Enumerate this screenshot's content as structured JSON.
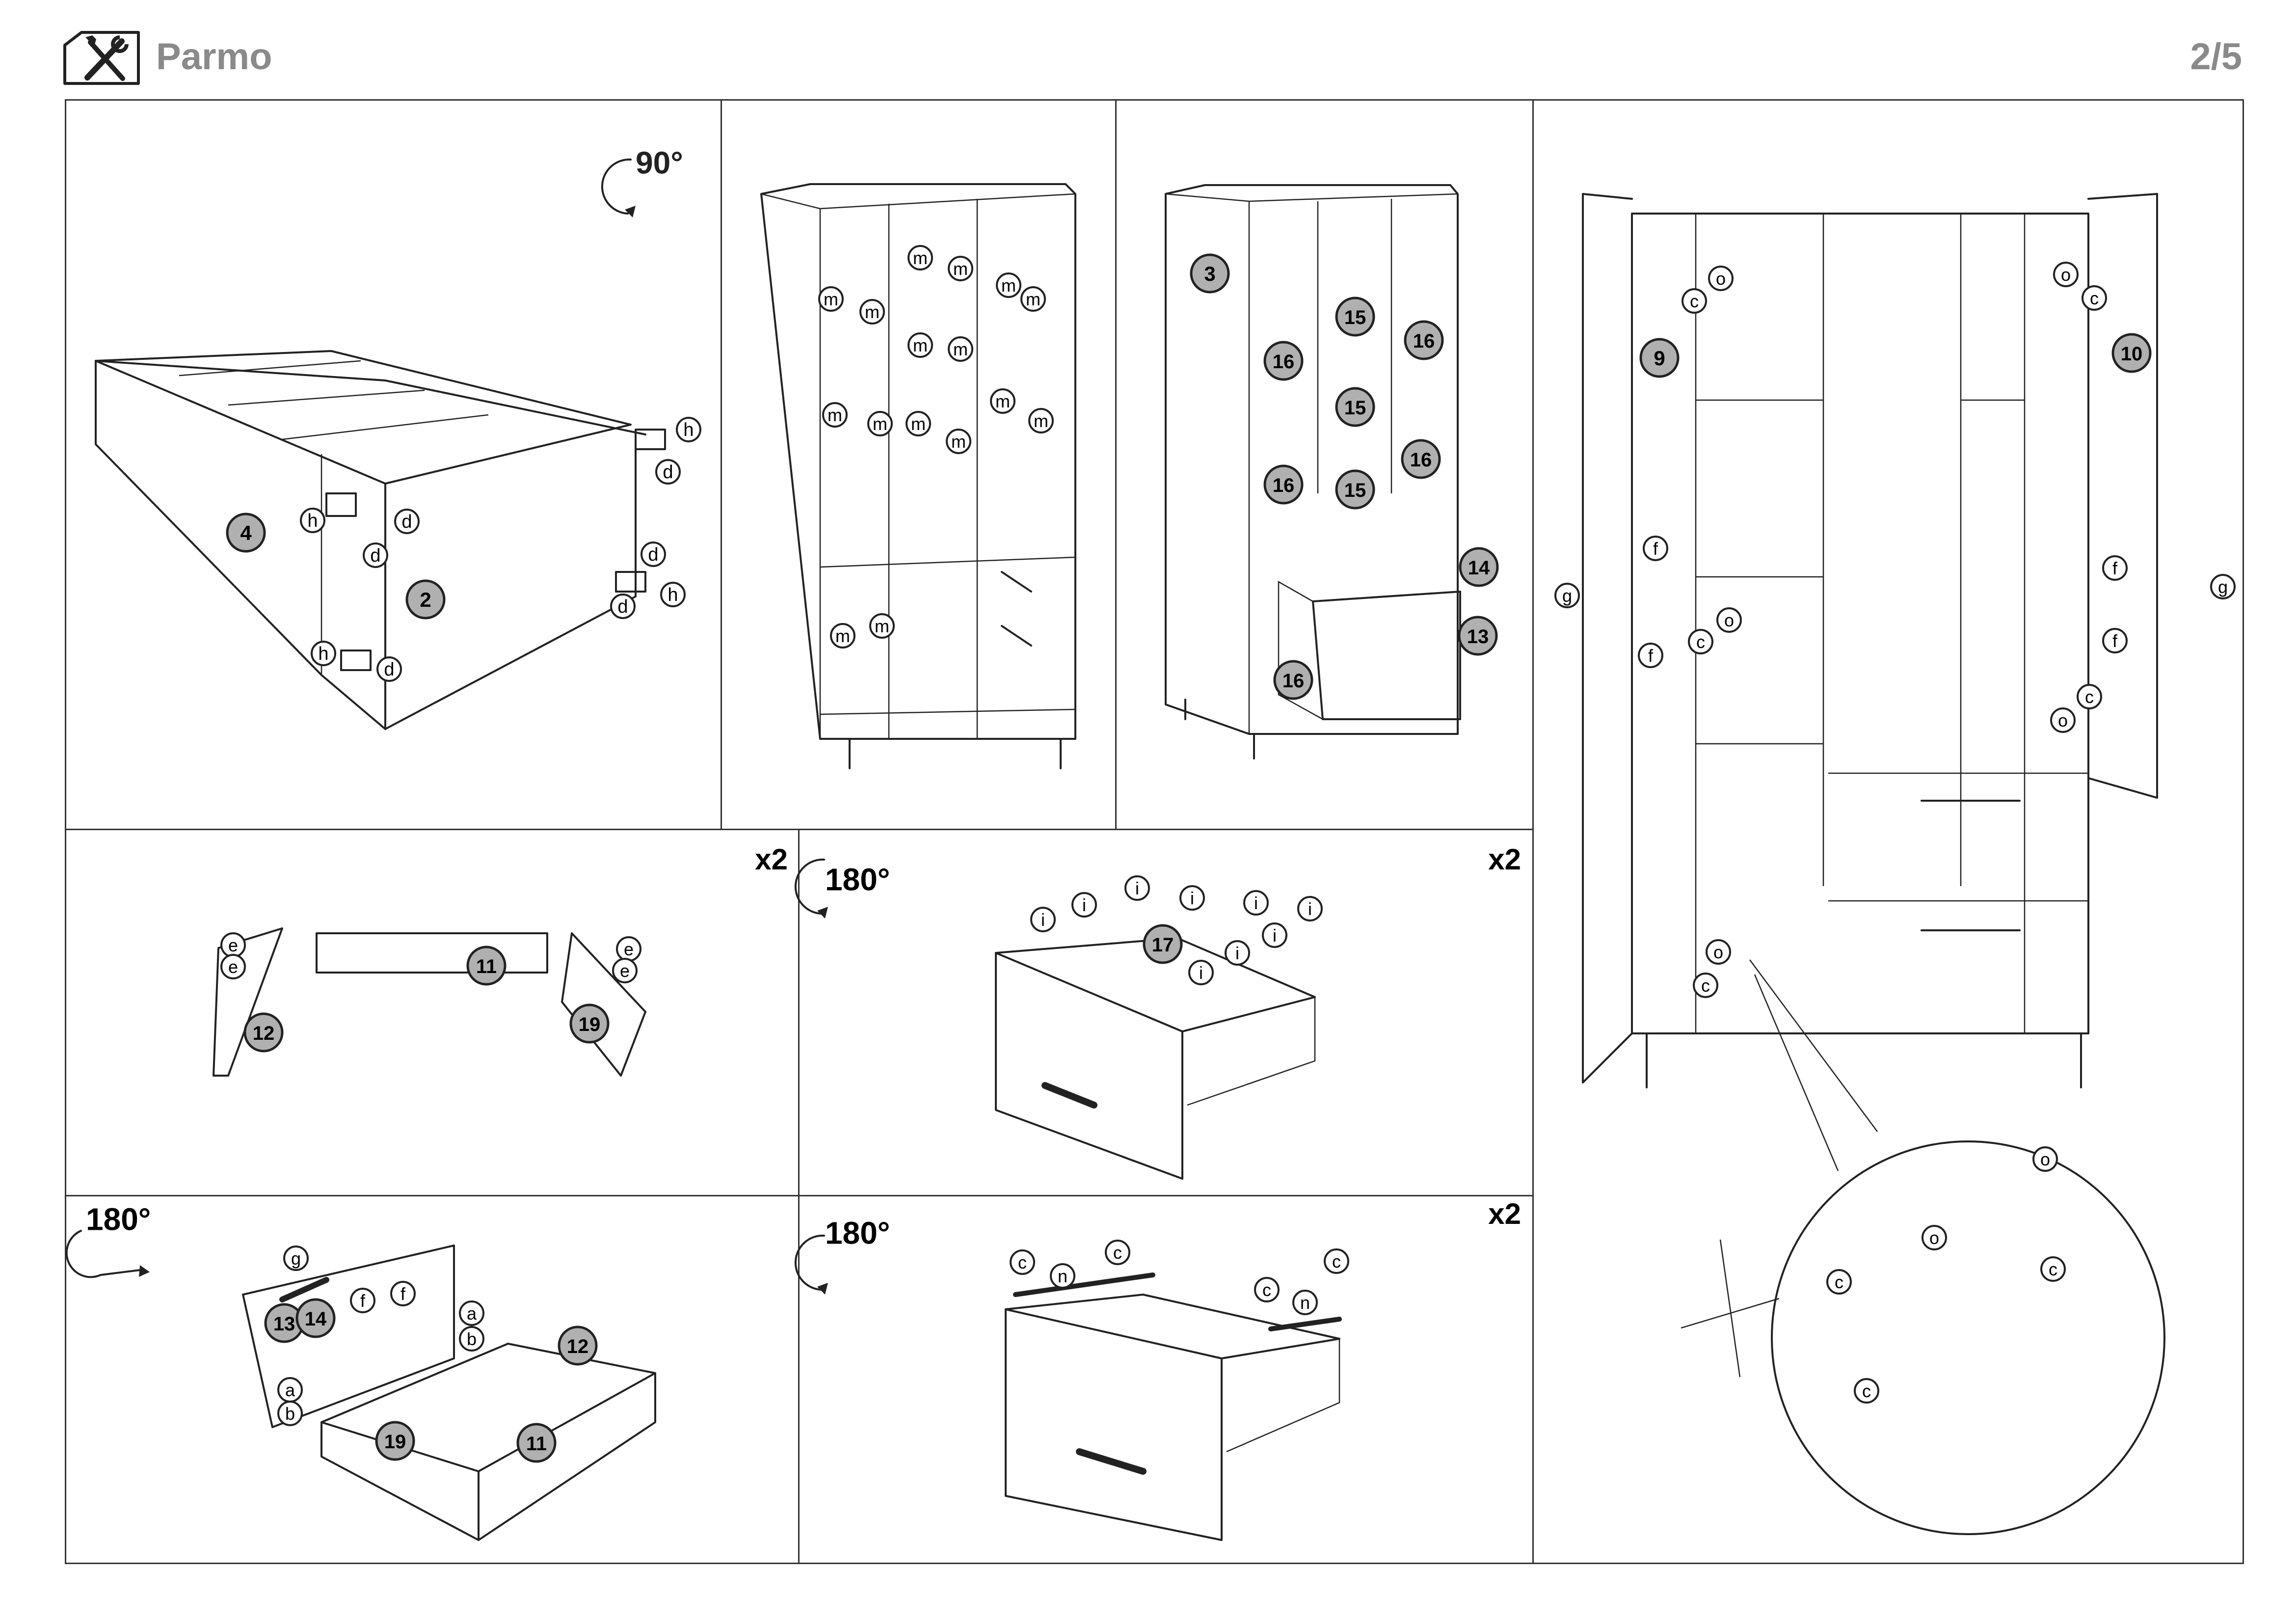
{
  "header": {
    "title": "Parmo",
    "page_number": "2/5",
    "icon": "tools-icon"
  },
  "panels": {
    "p1": {
      "rotation": "90°"
    },
    "p5": {
      "multiplier": "x2"
    },
    "p6": {
      "rotation": "180°",
      "multiplier": "x2"
    },
    "p7": {
      "rotation": "180°"
    },
    "p8": {
      "rotation": "180°",
      "multiplier": "x2"
    }
  },
  "labels": {
    "part_2": "2",
    "part_3": "3",
    "part_4": "4",
    "part_9": "9",
    "part_10": "10",
    "part_11": "11",
    "part_12": "12",
    "part_13": "13",
    "part_14": "14",
    "part_15": "15",
    "part_16": "16",
    "part_17": "17",
    "part_19": "19",
    "a": "a",
    "b": "b",
    "c": "c",
    "d": "d",
    "e": "e",
    "f": "f",
    "g": "g",
    "h": "h",
    "i": "i",
    "m": "m",
    "n": "n",
    "o": "o"
  }
}
